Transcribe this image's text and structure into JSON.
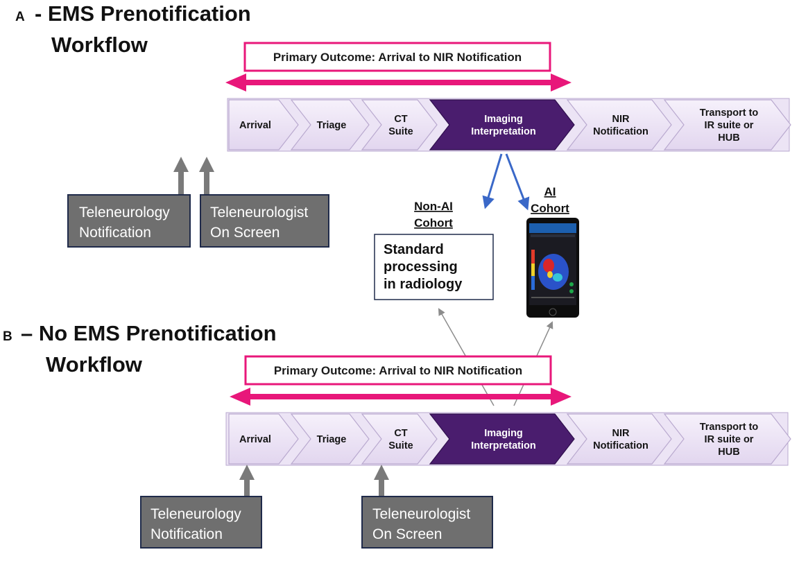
{
  "colors": {
    "accent_magenta": "#e8177a",
    "chevron_light": "#ece4f5",
    "chevron_light_edge": "#b9a9cf",
    "chevron_highlight": "#4a1d6e",
    "note_box_fill": "#6f6f6f",
    "note_box_border": "#1f2a4a",
    "cohort_arrow": "#3a68c8",
    "up_arrow": "#7a7a7a"
  },
  "panel_a": {
    "letter": "A",
    "title_line1": "- EMS Prenotification",
    "title_line2": "Workflow",
    "outcome_label": "Primary Outcome: Arrival to NIR Notification",
    "steps": [
      {
        "lines": [
          "Arrival"
        ],
        "highlight": false
      },
      {
        "lines": [
          "Triage"
        ],
        "highlight": false
      },
      {
        "lines": [
          "CT",
          "Suite"
        ],
        "highlight": false
      },
      {
        "lines": [
          "Imaging",
          "Interpretation"
        ],
        "highlight": true
      },
      {
        "lines": [
          "NIR",
          "Notification"
        ],
        "highlight": false
      },
      {
        "lines": [
          "Transport to",
          "IR suite or",
          "HUB"
        ],
        "highlight": false
      }
    ],
    "notes": [
      {
        "lines": [
          "Teleneurology",
          "Notification"
        ]
      },
      {
        "lines": [
          "Teleneurologist",
          "On Screen"
        ]
      }
    ]
  },
  "panel_b": {
    "letter": "B",
    "title_line1": "– No EMS Prenotification",
    "title_line2": "Workflow",
    "outcome_label": "Primary Outcome: Arrival to NIR Notification",
    "steps": [
      {
        "lines": [
          "Arrival"
        ],
        "highlight": false
      },
      {
        "lines": [
          "Triage"
        ],
        "highlight": false
      },
      {
        "lines": [
          "CT",
          "Suite"
        ],
        "highlight": false
      },
      {
        "lines": [
          "Imaging",
          "Interpretation"
        ],
        "highlight": true
      },
      {
        "lines": [
          "NIR",
          "Notification"
        ],
        "highlight": false
      },
      {
        "lines": [
          "Transport to",
          "IR suite or",
          "HUB"
        ],
        "highlight": false
      }
    ],
    "notes": [
      {
        "lines": [
          "Teleneurology",
          "Notification"
        ]
      },
      {
        "lines": [
          "Teleneurologist",
          "On Screen"
        ]
      }
    ]
  },
  "cohorts": {
    "non_ai": {
      "lines": [
        "Non-AI",
        "Cohort"
      ]
    },
    "ai": {
      "lines": [
        "AI",
        "Cohort"
      ]
    },
    "standard_box": {
      "lines": [
        "Standard",
        "processing",
        "in radiology"
      ]
    }
  }
}
